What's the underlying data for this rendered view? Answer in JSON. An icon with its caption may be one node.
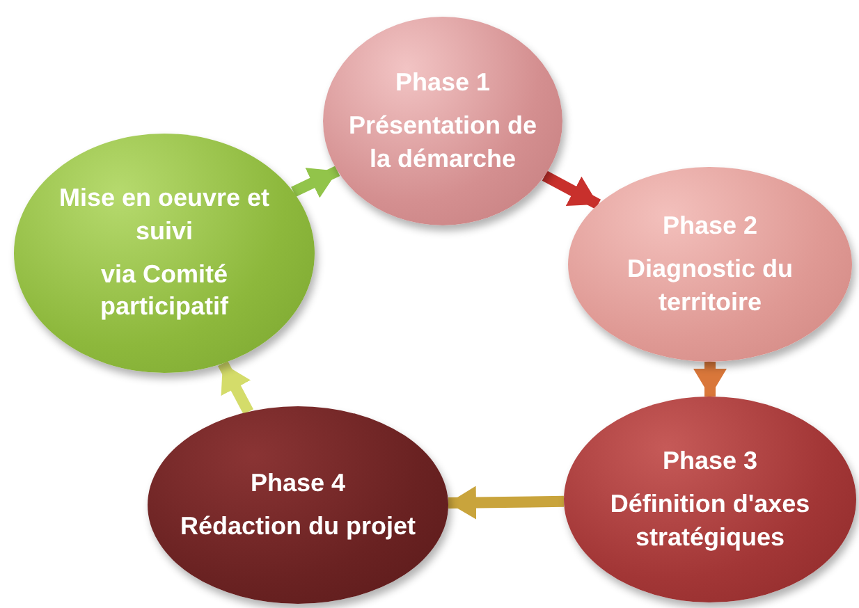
{
  "diagram": {
    "nodes": [
      {
        "text": [
          "Phase 1",
          "Présentation de la démarche"
        ]
      },
      {
        "text": [
          "Phase 2",
          "Diagnostic du territoire"
        ]
      },
      {
        "text": [
          "Phase 3",
          "Définition d'axes stratégiques"
        ]
      },
      {
        "text": [
          "Phase 4",
          "Rédaction du projet"
        ]
      },
      {
        "text": [
          "Mise en oeuvre et suivi",
          "via Comité participatif"
        ]
      }
    ],
    "edges": [
      {
        "from": 0,
        "to": 1,
        "arrow": "to",
        "color": "#c8302c"
      },
      {
        "from": 1,
        "to": 2,
        "arrow": "to",
        "color": "#d9773a"
      },
      {
        "from": 2,
        "to": 3,
        "arrow": "to",
        "color": "#c9a43c"
      },
      {
        "from": 3,
        "to": 4,
        "arrow": "to",
        "color": "#d4dc6a"
      },
      {
        "from": 4,
        "to": 0,
        "arrow": "to",
        "color": "#92c44a"
      }
    ]
  }
}
